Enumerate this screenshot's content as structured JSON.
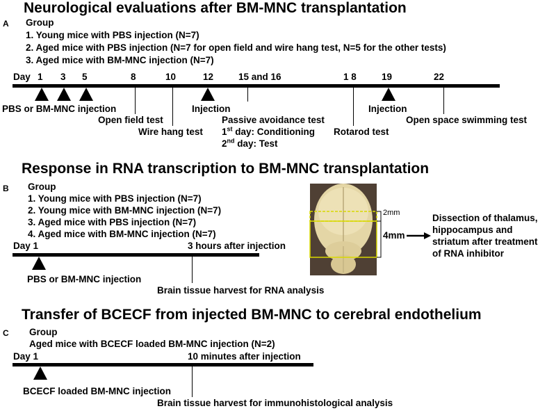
{
  "sectionA": {
    "title": "Neurological evaluations after BM-MNC transplantation",
    "letter": "A",
    "group_label": "Group",
    "groups": [
      "1. Young mice with PBS injection (N=7)",
      "2. Aged mice with PBS injection (N=7 for open field and wire hang test, N=5 for the other tests)",
      "3. Aged mice with BM-MNC injection (N=7)"
    ],
    "day_label": "Day",
    "days": [
      "1",
      "3",
      "5",
      "8",
      "10",
      "12",
      "15 and 16",
      "1 8",
      "19",
      "22"
    ],
    "events": {
      "pbs": "PBS or BM-MNC injection",
      "open_field": "Open field test",
      "wire": "Wire hang test",
      "injection12": "Injection",
      "passive": "Passive avoidance test",
      "day1_pre": "1",
      "day1_sup": "st",
      "day1_post": " day: Conditioning",
      "day2_pre": "2",
      "day2_sup": "nd",
      "day2_post": " day: Test",
      "rotarod": "Rotarod test",
      "injection19": "Injection",
      "swim": "Open space swimming test"
    }
  },
  "sectionB": {
    "title": "Response in RNA transcription to BM-MNC transplantation",
    "letter": "B",
    "group_label": "Group",
    "groups": [
      "1. Young mice with PBS injection (N=7)",
      "2. Young mice with BM-MNC injection (N=7)",
      "3. Aged mice with PBS injection (N=7)",
      "4. Aged mice with BM-MNC injection (N=7)"
    ],
    "day_text": "Day  1",
    "after": "3 hours after injection",
    "injection": "PBS or BM-MNC injection",
    "harvest": "Brain tissue harvest for RNA analysis",
    "brain": {
      "mm2": "2mm",
      "mm4": "4mm",
      "dissection": [
        "Dissection of thalamus,",
        "hippocampus and",
        "striatum after treatment",
        "of RNA inhibitor"
      ]
    }
  },
  "sectionC": {
    "title": "Transfer of BCECF from injected BM-MNC to cerebral endothelium",
    "letter": "C",
    "group_label": "Group",
    "group": "Aged mice with BCECF loaded BM-MNC injection (N=2)",
    "day_text": "Day  1",
    "after": "10 minutes after injection",
    "injection": "BCECF loaded BM-MNC injection",
    "harvest": "Brain tissue harvest for immunohistological analysis"
  },
  "colors": {
    "line": "#000000",
    "brain_bg": "#5a4a3e",
    "brain_tissue": "#e9dcb0",
    "box": "#d8d800"
  }
}
